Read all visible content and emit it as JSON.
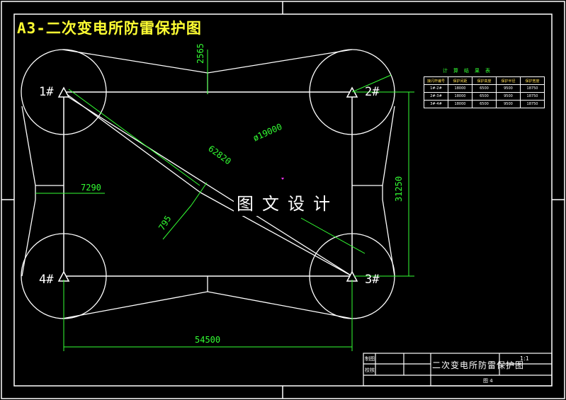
{
  "title": "A3-二次变电所防雷保护图",
  "watermark": "图文设计",
  "wells": [
    "1#",
    "2#",
    "3#",
    "4#"
  ],
  "dimensions": {
    "top_gap": "2565",
    "diagonal": "62820",
    "radius": "ø19000",
    "side_gap": "7290",
    "offset": "795",
    "height": "31250",
    "width": "54500"
  },
  "calc_table": {
    "title": "计算结果表",
    "headers": [
      "接闪杆编号",
      "保护间距",
      "保护高度",
      "保护半径",
      "保护宽度"
    ],
    "rows": [
      [
        "1#-2#",
        "18000",
        "6500",
        "9500",
        "18750"
      ],
      [
        "2#-3#",
        "18000",
        "6500",
        "9500",
        "18750"
      ],
      [
        "3#-4#",
        "18000",
        "6500",
        "9500",
        "18750"
      ]
    ]
  },
  "title_block": {
    "drawn_label": "制图",
    "check_label": "校核",
    "drawing_name": "二次变电所防雷保护图",
    "scale": "1:1",
    "sheet": "图 4"
  }
}
